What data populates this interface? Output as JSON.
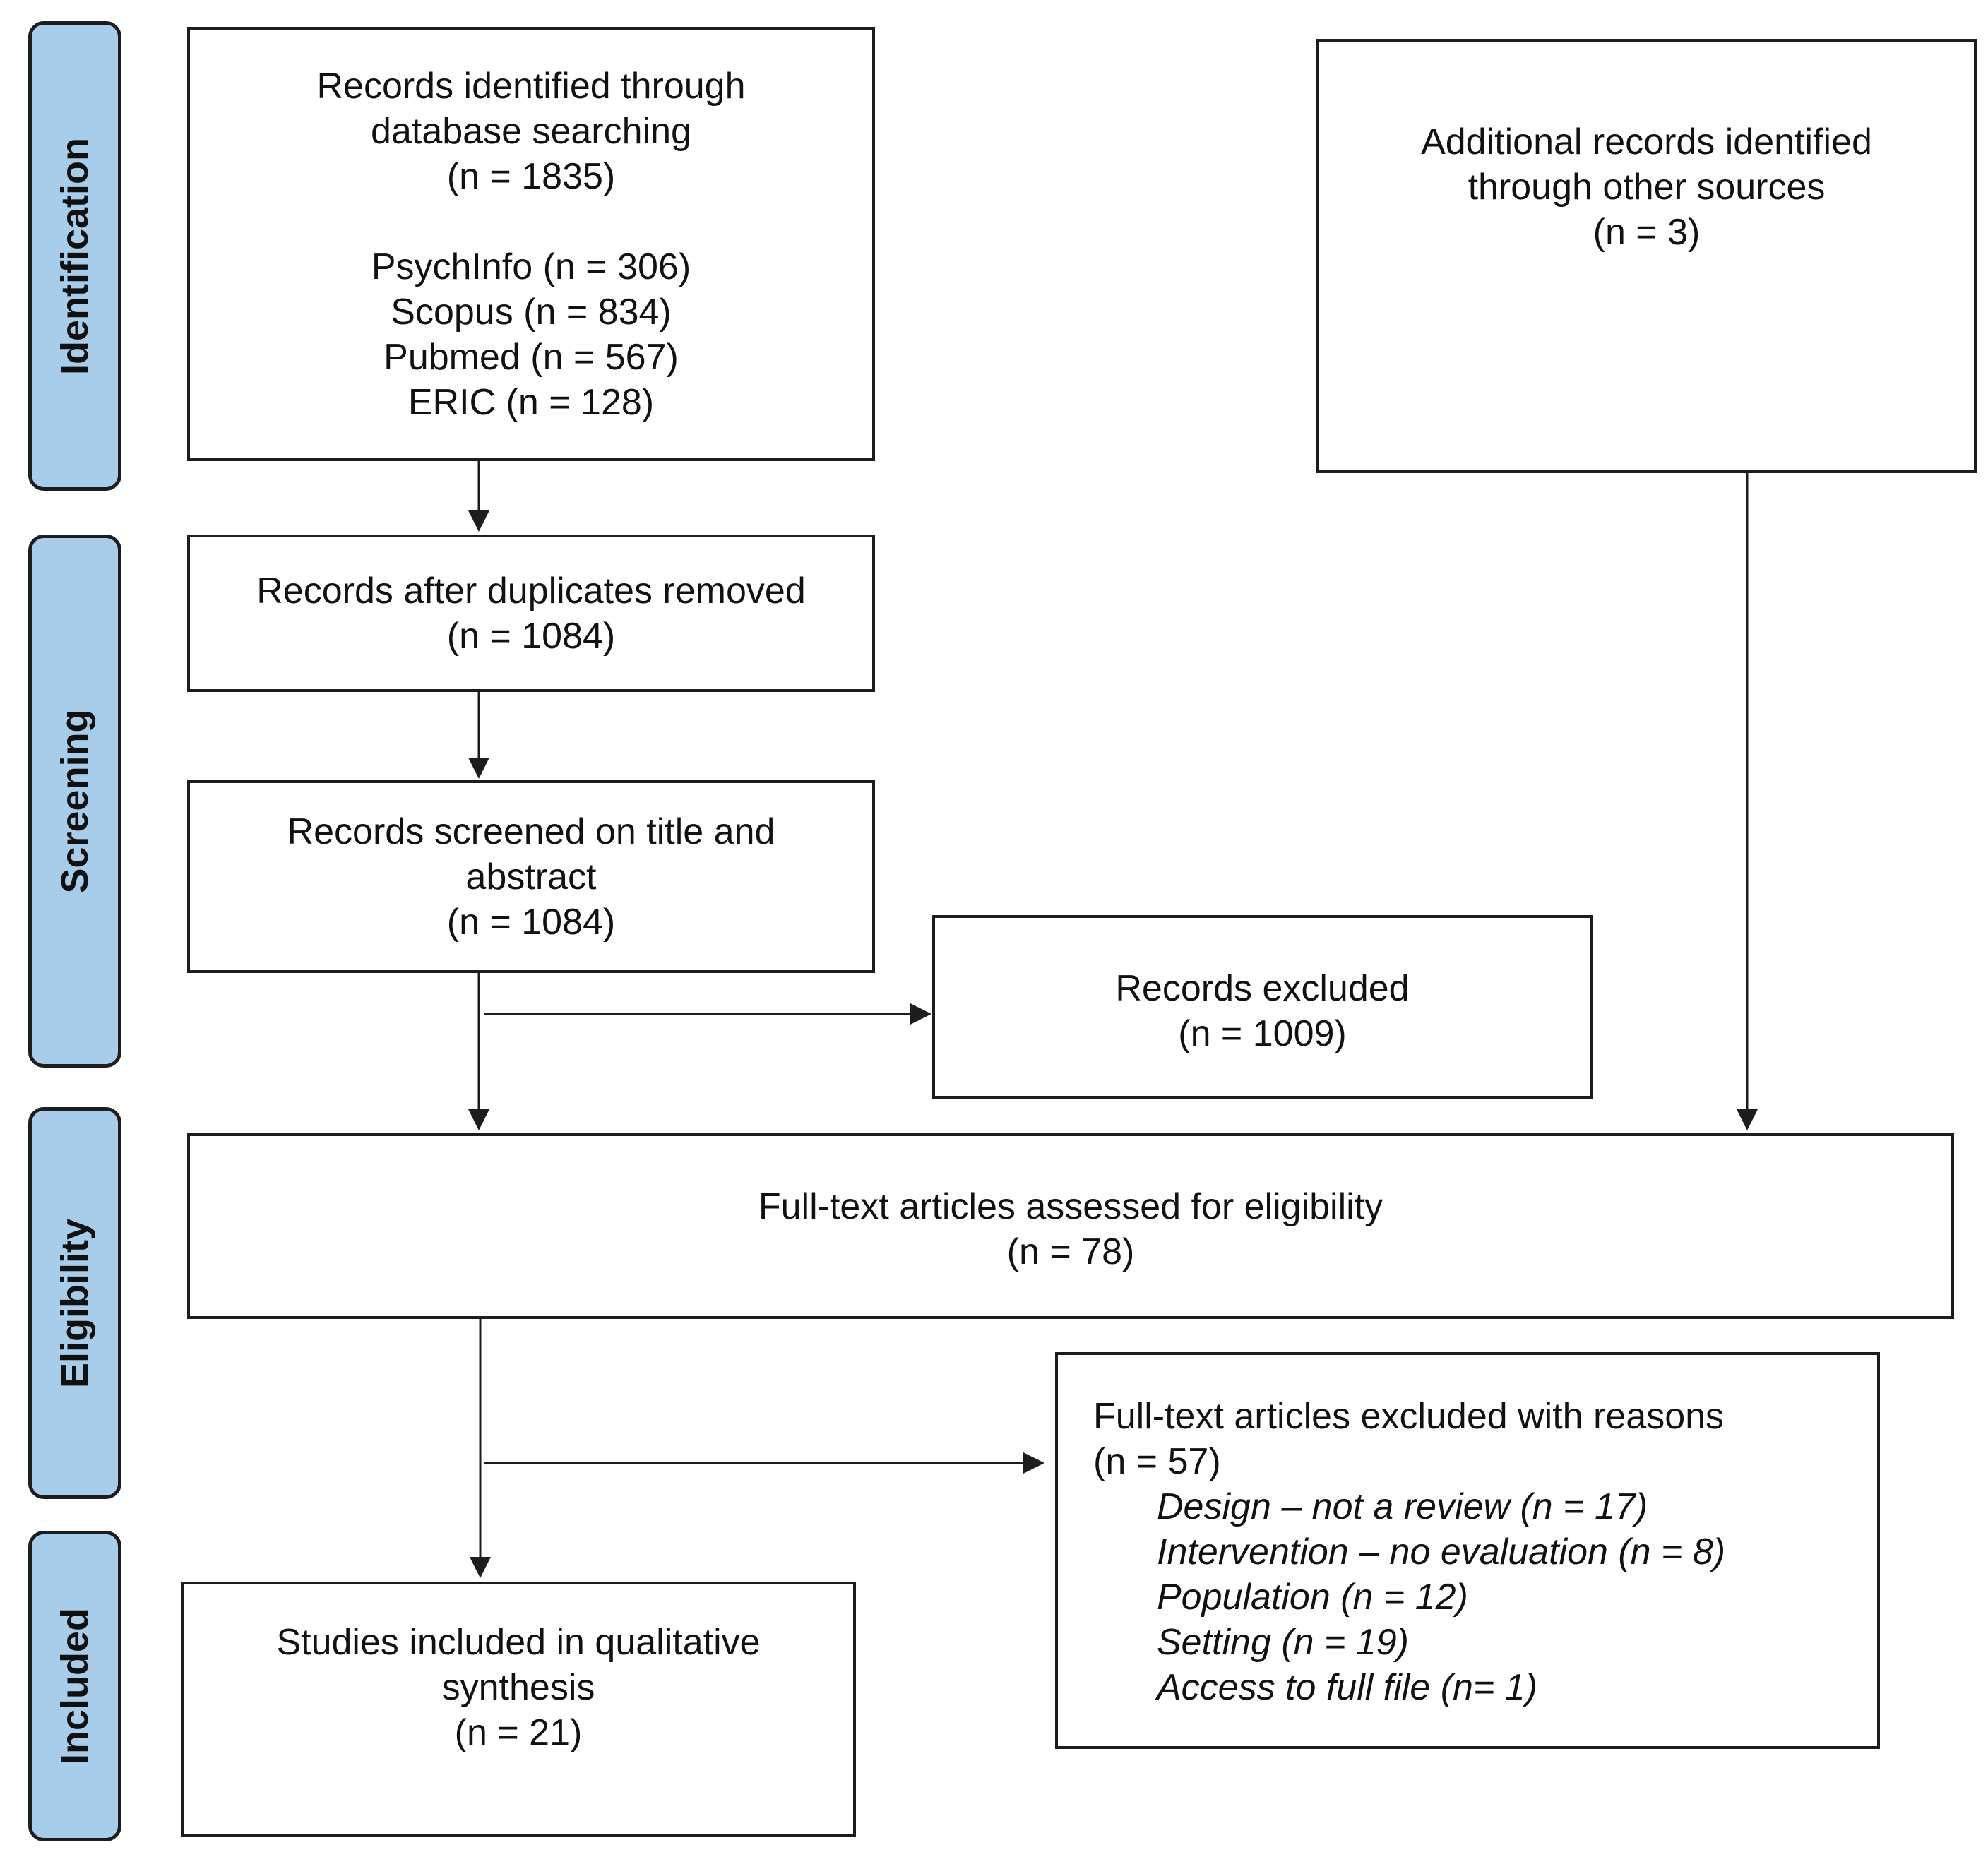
{
  "phases": {
    "identification": "Identification",
    "screening": "Screening",
    "eligibility": "Eligibility",
    "included": "Included"
  },
  "identified": {
    "title_line1": "Records identified through",
    "title_line2": "database searching",
    "count": "(n = 1835)",
    "sources": [
      "PsychInfo (n = 306)",
      "Scopus (n = 834)",
      "Pubmed (n = 567)",
      "ERIC (n = 128)"
    ]
  },
  "additional": {
    "line1": "Additional records identified",
    "line2": "through other sources",
    "count": "(n = 3)"
  },
  "duplicates_removed": {
    "line1": "Records after duplicates removed",
    "count": "(n = 1084)"
  },
  "screened": {
    "line1": "Records screened on title and",
    "line2": "abstract",
    "count": "(n = 1084)"
  },
  "records_excluded": {
    "line1": "Records excluded",
    "count": "(n = 1009)"
  },
  "fulltext_assessed": {
    "line1": "Full-text articles assessed for eligibility",
    "count": "(n = 78)"
  },
  "fulltext_excluded": {
    "line1": "Full-text articles excluded with reasons",
    "count": "(n = 57)",
    "reasons": [
      "Design – not a review (n = 17)",
      "Intervention – no evaluation (n = 8)",
      "Population (n = 12)",
      "Setting (n = 19)",
      "Access to full file (n= 1)"
    ]
  },
  "included": {
    "line1": "Studies included in qualitative",
    "line2": "synthesis",
    "count": "(n = 21)"
  }
}
